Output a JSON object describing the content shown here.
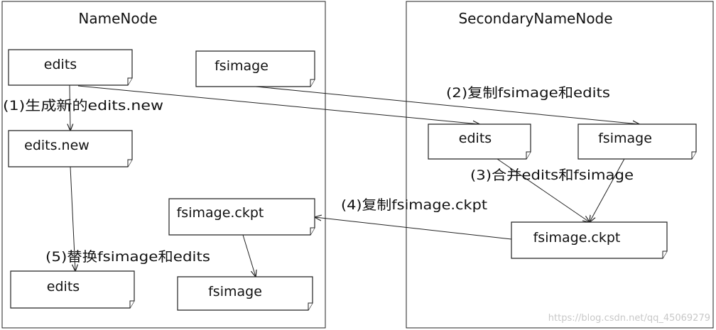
{
  "panels": {
    "namenode": "NameNode",
    "secondary": "SecondaryNameNode"
  },
  "files": {
    "nn_edits": "edits",
    "nn_fsimage": "fsimage",
    "nn_edits_new": "edits.new",
    "nn_fsimage_ckpt": "fsimage.ckpt",
    "nn_edits_final": "edits",
    "nn_fsimage_final": "fsimage",
    "snn_edits": "edits",
    "snn_fsimage": "fsimage",
    "snn_fsimage_ckpt": "fsimage.ckpt"
  },
  "steps": {
    "step1": "(1)生成新的edits.new",
    "step2": "(2)复制fsimage和edits",
    "step3": "(3)合并edits和fsimage",
    "step4": "(4)复制fsimage.ckpt",
    "step5": "(5)替换fsimage和edits"
  },
  "watermark": "https://blog.csdn.net/qq_45069279"
}
